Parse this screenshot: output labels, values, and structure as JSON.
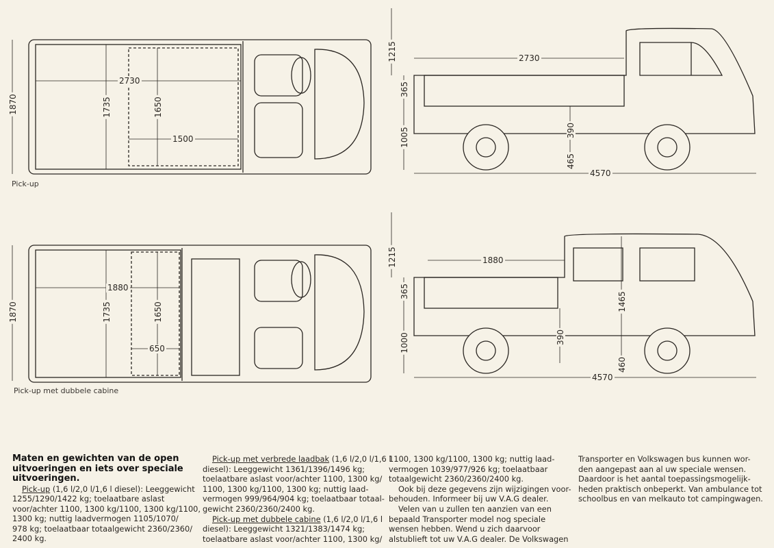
{
  "drawings": {
    "pickup_top": {
      "caption": "Pick-up",
      "width": "1870",
      "length_bed": "2730",
      "inner_width": "1735",
      "inner_width2": "1650",
      "wheel_gap": "1500"
    },
    "double_cab_top": {
      "caption": "Pick-up met dubbele cabine",
      "width": "1870",
      "length_bed": "1880",
      "inner_width": "1735",
      "inner_width2": "1650",
      "wheel_gap": "650"
    },
    "pickup_side": {
      "height_top": "1215",
      "length_bed": "2730",
      "side_height": "365",
      "bed_height": "1005",
      "floor": "390",
      "ground": "465",
      "overall_length": "4570"
    },
    "double_cab_side": {
      "height_top": "1215",
      "length_bed": "1880",
      "side_height": "365",
      "cab_height": "1465",
      "bed_height": "1000",
      "floor": "390",
      "ground": "460",
      "overall_length": "4570"
    }
  },
  "text": {
    "heading": [
      "Maten en gewichten van de open",
      "uitvoeringen en iets over speciale",
      "uitvoeringen."
    ],
    "col1": {
      "pickup_link": "Pick-up",
      "l1": " (1,6 l/2,0 l/1,6 l diesel): Leeggewicht",
      "l2": "1255/1290/1422 kg; toelaatbare aslast",
      "l3": "voor/achter 1100, 1300 kg/1100, 1300 kg/1100,",
      "l4": "1300 kg; nuttig laadvermogen 1105/1070/",
      "l5": "978 kg; toelaatbaar totaalgewicht 2360/2360/",
      "l6": "2400 kg."
    },
    "col2": {
      "link1": "Pick-up met verbrede laadbak",
      "l1": " (1,6 l/2,0 l/1,6 l",
      "l2": "diesel): Leeggewicht 1361/1396/1496 kg;",
      "l3": "toelaatbare aslast voor/achter 1100, 1300 kg/",
      "l4": "1100, 1300 kg/1100, 1300 kg; nuttig laad-",
      "l5": "vermogen 999/964/904 kg; toelaatbaar totaal-",
      "l6": "gewicht 2360/2360/2400 kg.",
      "link2": "Pick-up met dubbele cabine",
      "l7": " (1,6 l/2,0 l/1,6 l",
      "l8": "diesel): Leeggewicht 1321/1383/1474 kg;",
      "l9": "toelaatbare aslast voor/achter 1100, 1300 kg/"
    },
    "col3": [
      "1100, 1300 kg/1100, 1300 kg; nuttig laad-",
      "vermogen 1039/977/926 kg; toelaatbaar",
      "totaalgewicht 2360/2360/2400 kg.",
      "Ook bij deze gegevens zijn wijzigingen voor-",
      "behouden. Informeer bij uw V.A.G dealer.",
      "Velen van u zullen ten aanzien van een",
      "bepaald Transporter model nog speciale",
      "wensen hebben. Wend u zich daarvoor",
      "alstublieft tot uw V.A.G dealer. De Volkswagen"
    ],
    "col4": [
      "Transporter en Volkswagen bus kunnen wor-",
      "den aangepast aan al uw speciale wensen.",
      "Daardoor is het aantal toepassingsmogelijk-",
      "heden praktisch onbeperkt. Van ambulance tot",
      "schoolbus en van melkauto tot campingwagen."
    ]
  }
}
